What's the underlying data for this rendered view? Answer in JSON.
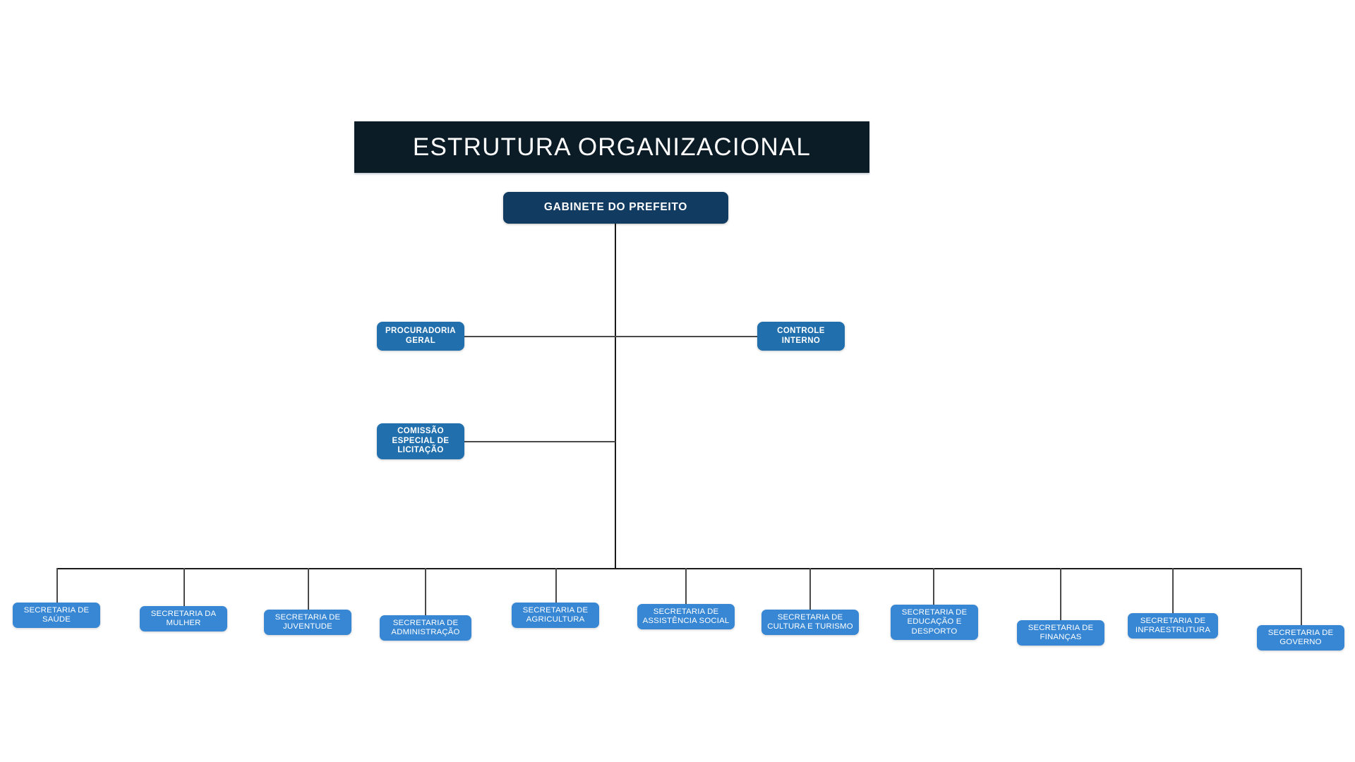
{
  "banner": {
    "title": "ESTRUTURA ORGANIZACIONAL",
    "background_color": "#0B1C26",
    "text_color": "#FFFFFF"
  },
  "colors": {
    "banner_navy": "#0B1C26",
    "root_navy": "#123B61",
    "staff_blue": "#216FAD",
    "department_blue": "#3787D4",
    "connector_line": "#1A1A1A",
    "page_background": "#FFFFFF"
  },
  "root": {
    "label": "GABINETE DO PREFEITO"
  },
  "staff": [
    {
      "label": "PROCURADORIA\nGERAL",
      "side": "left"
    },
    {
      "label": "CONTROLE\nINTERNO",
      "side": "right"
    },
    {
      "label": "COMISSÃO\nESPECIAL DE\nLICITAÇÃO",
      "side": "left"
    }
  ],
  "departments": [
    {
      "label": "SECRETARIA DE\nSAÚDE"
    },
    {
      "label": "SECRETARIA DA\nMULHER"
    },
    {
      "label": "SECRETARIA DE\nJUVENTUDE"
    },
    {
      "label": "SECRETARIA DE\nADMINISTRAÇÃO"
    },
    {
      "label": "SECRETARIA DE\nAGRICULTURA"
    },
    {
      "label": "SECRETARIA DE\nASSISTÊNCIA SOCIAL"
    },
    {
      "label": "SECRETARIA DE\nCULTURA E TURISMO"
    },
    {
      "label": "SECRETARIA DE\nEDUCAÇÃO E\nDESPORTO"
    },
    {
      "label": "SECRETARIA DE\nFINANÇAS"
    },
    {
      "label": "SECRETARIA DE\nINFRAESTRUTURA"
    },
    {
      "label": "SECRETARIA DE\nGOVERNO"
    }
  ]
}
